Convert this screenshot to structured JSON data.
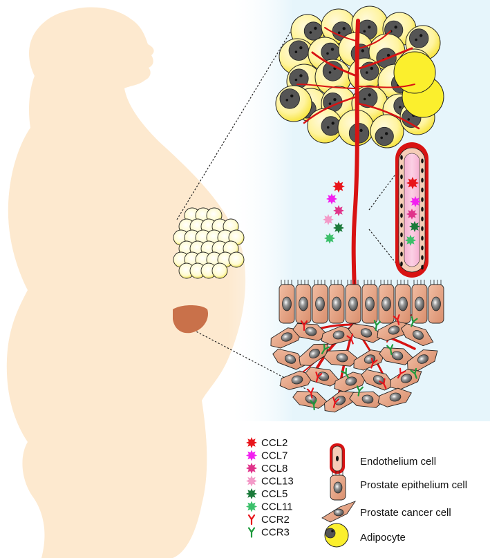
{
  "figure": {
    "silhouette_color": "#fde9cf",
    "panel_tint": "#e6f5fb",
    "adipocyte_fill": "#fbef2d",
    "adipocyte_light": "#fff9d8",
    "nucleus_color": "#555555",
    "vessel_color": "#d81313",
    "vessel_lumen": "#f6a8cd",
    "cell_fill": "#e9a889",
    "prostate_color": "#c9714a"
  },
  "legend": {
    "chemokines": [
      {
        "label": "CCL2",
        "color": "#e8151b",
        "icon": "star-burst-icon"
      },
      {
        "label": "CCL7",
        "color": "#f21ff0",
        "icon": "star-burst-icon"
      },
      {
        "label": "CCL8",
        "color": "#e0338a",
        "icon": "star-burst-icon"
      },
      {
        "label": "CCL13",
        "color": "#f39ac8",
        "icon": "star-burst-icon"
      },
      {
        "label": "CCL5",
        "color": "#1a7a3a",
        "icon": "star-burst-icon"
      },
      {
        "label": "CCL11",
        "color": "#3bc06a",
        "icon": "star-burst-icon"
      },
      {
        "label": "CCR2",
        "color": "#e8151b",
        "icon": "receptor-y-icon"
      },
      {
        "label": "CCR3",
        "color": "#1e9a3c",
        "icon": "receptor-y-icon"
      }
    ],
    "cells": [
      {
        "label": "Endothelium cell",
        "icon": "endothelium-cell-icon"
      },
      {
        "label": "Prostate epithelium cell",
        "icon": "epithelium-cell-icon"
      },
      {
        "label": "Prostate cancer cell",
        "icon": "cancer-cell-icon"
      },
      {
        "label": "Adipocyte",
        "icon": "adipocyte-icon"
      }
    ]
  }
}
